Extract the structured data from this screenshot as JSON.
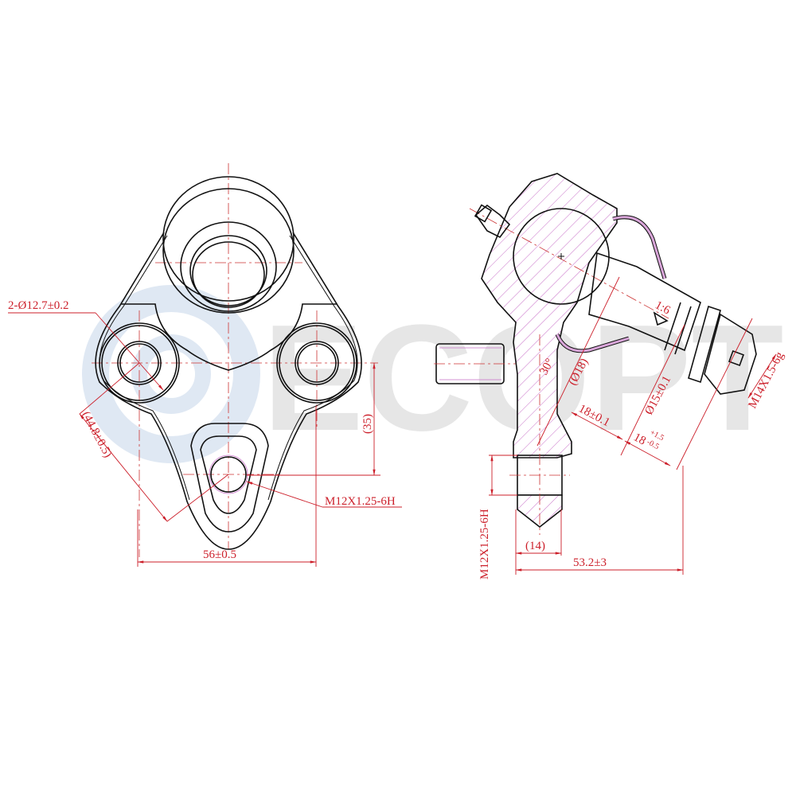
{
  "drawing": {
    "subject": "Ball joint technical drawing",
    "watermark": {
      "text": "ECOPT",
      "color": "#e6e6e6",
      "logo_color": "#dfe8f3"
    },
    "colors": {
      "outline": "#111111",
      "dimension": "#cc1f2a",
      "hatch": "#c86fc8",
      "background": "#ffffff"
    },
    "front_view": {
      "dimensions": {
        "hole_diameter": "2-Ø12.7±0.2",
        "hole_spacing_diagonal": "(44.8±0.5)",
        "height_ref": "(35)",
        "thread_callout": "M12X1.25-6H",
        "width": "56±0.5"
      }
    },
    "side_view": {
      "dimensions": {
        "taper": "1:6",
        "angle": "30°",
        "boot_diameter": "(Ø18)",
        "stud_diameter": "Ø15±0.1",
        "stud_thread": "M14X1.5-6g",
        "taper_length": "18±0.1",
        "thread_length_base": "18",
        "thread_length_tol_upper": "+1.5",
        "thread_length_tol_lower": "-0.5",
        "bottom_thread": "M12X1.25-6H",
        "bottom_width": "(14)",
        "overall_length": "53.2±3"
      }
    }
  }
}
